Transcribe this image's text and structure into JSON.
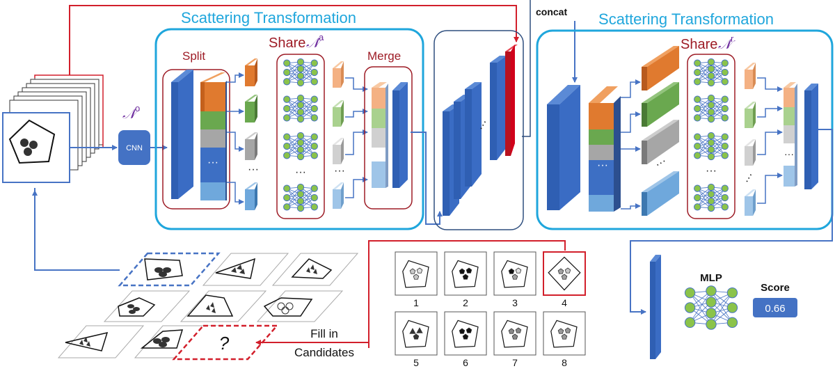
{
  "colors": {
    "blue_accent": "#1fa6dc",
    "red_accent": "#d21f2b",
    "dark_red": "#9d1b25",
    "arrow_blue": "#4773c4",
    "layer_blue": "#2f5fb3",
    "purple": "#7030a0",
    "cnn_fill": "#4472c4",
    "score_fill": "#4472c4",
    "orange": "#e07a2f",
    "green": "#6aa84f",
    "gray": "#a6a6a6",
    "light_blue": "#6fa8dc",
    "red_layer": "#d0021b"
  },
  "labels": {
    "scatter_left": "Scattering Transformation",
    "scatter_right": "Scattering Transformation",
    "share_left_text": "Share",
    "share_left_math": "𝒩",
    "share_left_sup": "a",
    "share_right_text": "Share",
    "share_right_math": "𝒩",
    "share_right_sup": "r",
    "split": "Split",
    "merge": "Merge",
    "concat": "concat",
    "no_math": "𝒩",
    "no_sup": "o",
    "cnn": "CNN",
    "mlp": "MLP",
    "score_label": "Score",
    "score_value": "0.66",
    "fill_in": "Fill in",
    "candidates": "Candidates",
    "question": "?",
    "ellipsis": "···"
  },
  "candidates": [
    "1",
    "2",
    "3",
    "4",
    "5",
    "6",
    "7",
    "8"
  ]
}
